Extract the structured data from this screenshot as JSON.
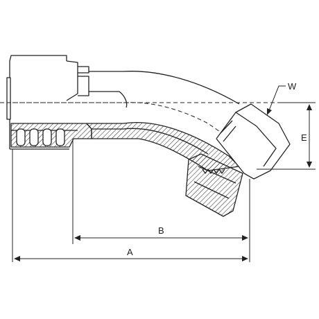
{
  "labels": {
    "w": "W",
    "e": "E",
    "b": "B",
    "a": "A"
  },
  "colors": {
    "line": "#222222",
    "fill": "#ffffff",
    "hatch": "#333333"
  }
}
